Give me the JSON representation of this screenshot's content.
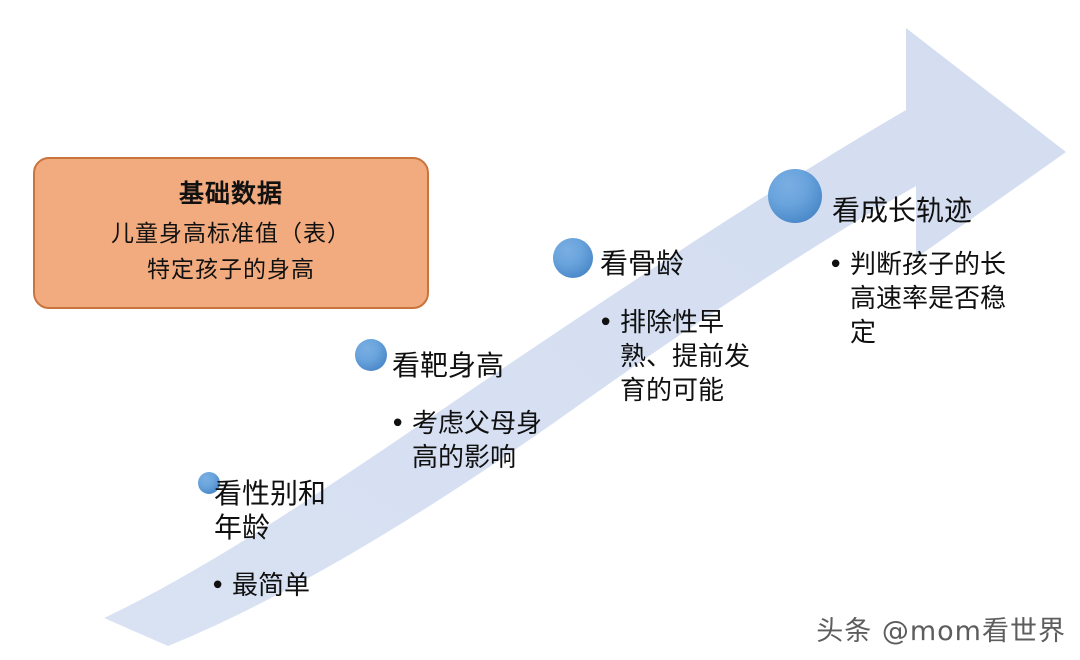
{
  "colors": {
    "arrow_band": "#d6e0f2",
    "arrow_band_edge": "#c9d6ec",
    "dot_light": "#79aee2",
    "dot_dark": "#3d79bb",
    "box_fill": "#f2ab7e",
    "box_border": "#c8743c",
    "text": "#101010",
    "background": "#ffffff"
  },
  "base_box": {
    "title": "基础数据",
    "lines": [
      "儿童身高标准值（表）",
      "特定孩子的身高"
    ]
  },
  "steps": [
    {
      "index": 1,
      "dot": "step-dot-1",
      "heading": "看性别和\n年龄",
      "bullet_mark": "•",
      "bullet": "最简单"
    },
    {
      "index": 2,
      "dot": "step-dot-2",
      "heading": "看靶身高",
      "bullet_mark": "•",
      "bullet": "考虑父母身高的影响"
    },
    {
      "index": 3,
      "dot": "step-dot-3",
      "heading": "看骨龄",
      "bullet_mark": "•",
      "bullet": "排除性早熟、提前发育的可能"
    },
    {
      "index": 4,
      "dot": "step-dot-4",
      "heading": "看成长轨迹",
      "bullet_mark": "•",
      "bullet": "判断孩子的长高速率是否稳定"
    }
  ],
  "watermark": "头条 @mom看世界"
}
